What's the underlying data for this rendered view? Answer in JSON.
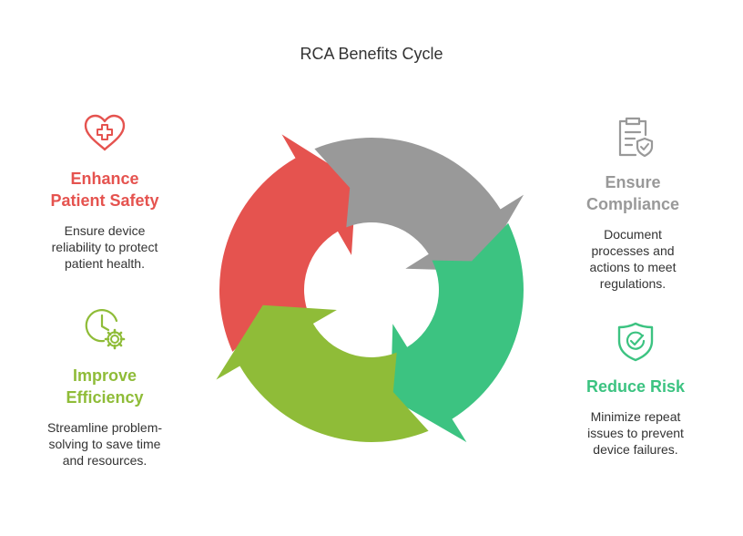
{
  "title": "RCA Benefits Cycle",
  "colors": {
    "red": "#E5534F",
    "gray": "#999999",
    "green": "#3CC381",
    "olive": "#8FBC38"
  },
  "benefits": [
    {
      "id": "safety",
      "icon": "heart-plus-icon",
      "heading_lines": [
        "Enhance",
        "Patient Safety"
      ],
      "desc_lines": [
        "Ensure device",
        "reliability to protect",
        "patient health."
      ]
    },
    {
      "id": "compliance",
      "icon": "clipboard-shield-icon",
      "heading_lines": [
        "Ensure",
        "Compliance"
      ],
      "desc_lines": [
        "Document",
        "processes and",
        "actions to meet",
        "regulations."
      ]
    },
    {
      "id": "risk",
      "icon": "shield-check-icon",
      "heading_lines": [
        "Reduce Risk"
      ],
      "desc_lines": [
        "Minimize repeat",
        "issues to prevent",
        "device failures."
      ]
    },
    {
      "id": "efficiency",
      "icon": "clock-gear-icon",
      "heading_lines": [
        "Improve",
        "Efficiency"
      ],
      "desc_lines": [
        "Streamline problem-",
        "solving to save time",
        "and resources."
      ]
    }
  ]
}
